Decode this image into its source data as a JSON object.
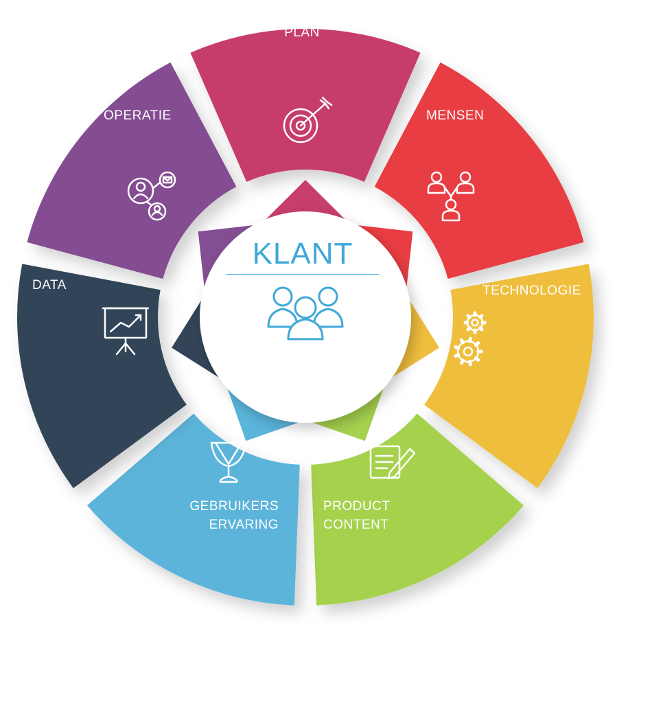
{
  "center": {
    "title": "KLANT",
    "icon": "customers-group-icon",
    "color": "#3fa8d8"
  },
  "segments": [
    {
      "label_lines": [
        "PLAN"
      ],
      "icon": "target-icon",
      "color": "#c73e6b"
    },
    {
      "label_lines": [
        "MENSEN"
      ],
      "icon": "people-network-icon",
      "color": "#e83d43"
    },
    {
      "label_lines": [
        "TECHNOLOGIE"
      ],
      "icon": "gears-icon",
      "color": "#efbe3e"
    },
    {
      "label_lines": [
        "PRODUCT",
        "CONTENT"
      ],
      "icon": "document-pen-icon",
      "color": "#a6d14e"
    },
    {
      "label_lines": [
        "GEBRUIKERS",
        "ERVARING"
      ],
      "icon": "trophy-icon",
      "color": "#5bb4da"
    },
    {
      "label_lines": [
        "DATA"
      ],
      "icon": "presentation-chart-icon",
      "color": "#334458"
    },
    {
      "label_lines": [
        "OPERATIE"
      ],
      "icon": "network-nodes-icon",
      "color": "#844e92"
    }
  ]
}
